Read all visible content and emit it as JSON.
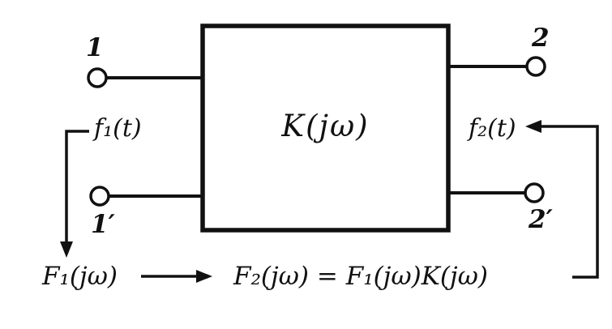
{
  "diagram": {
    "title": "Two-port network with transfer function and Fourier-transform relation",
    "colors": {
      "ink": "#111111",
      "background": "#ffffff"
    },
    "box_label": "K(jω)",
    "terminals": {
      "top_left": "1",
      "bottom_left": "1′",
      "top_right": "2",
      "bottom_right": "2′"
    },
    "signals": {
      "input_time": "f₁(t)",
      "output_time": "f₂(t)"
    },
    "equation": {
      "lhs": "F₁(jω)",
      "rhs": "F₂(jω) = F₁(jω)K(jω)"
    }
  }
}
